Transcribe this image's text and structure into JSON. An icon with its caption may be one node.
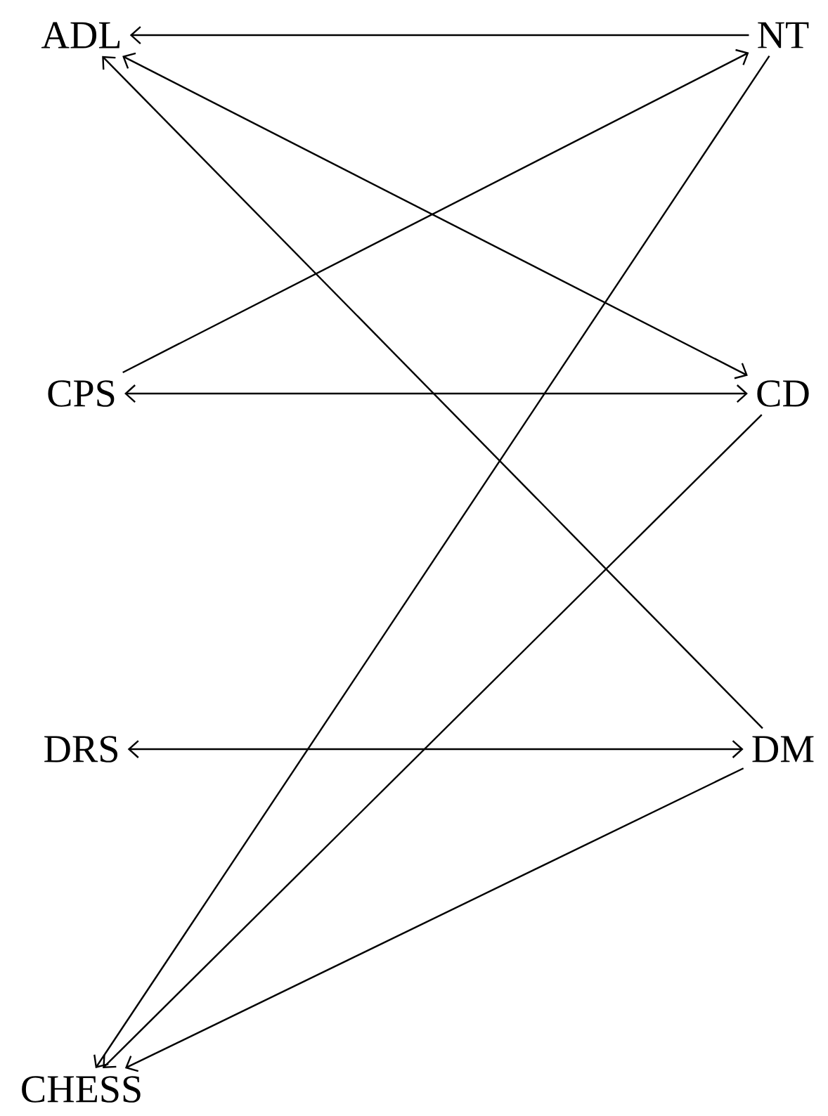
{
  "diagram": {
    "nodes": [
      {
        "text": [
          "ADL"
        ]
      },
      {
        "text": [
          "NT"
        ]
      },
      {
        "text": [
          "CPS"
        ]
      },
      {
        "text": [
          "CD"
        ]
      },
      {
        "text": [
          "DRS"
        ]
      },
      {
        "text": [
          "DM"
        ]
      },
      {
        "text": [
          "CHESS"
        ]
      }
    ],
    "edges": [
      {
        "from": 1,
        "to": 0,
        "arrow": "to"
      },
      {
        "from": 0,
        "to": 3,
        "arrow": "both"
      },
      {
        "from": 5,
        "to": 0,
        "arrow": "to"
      },
      {
        "from": 2,
        "to": 1,
        "arrow": "to"
      },
      {
        "from": 2,
        "to": 3,
        "arrow": "both"
      },
      {
        "from": 1,
        "to": 6,
        "arrow": "to"
      },
      {
        "from": 3,
        "to": 6,
        "arrow": "to"
      },
      {
        "from": 4,
        "to": 5,
        "arrow": "both"
      },
      {
        "from": 5,
        "to": 6,
        "arrow": "to"
      }
    ]
  }
}
